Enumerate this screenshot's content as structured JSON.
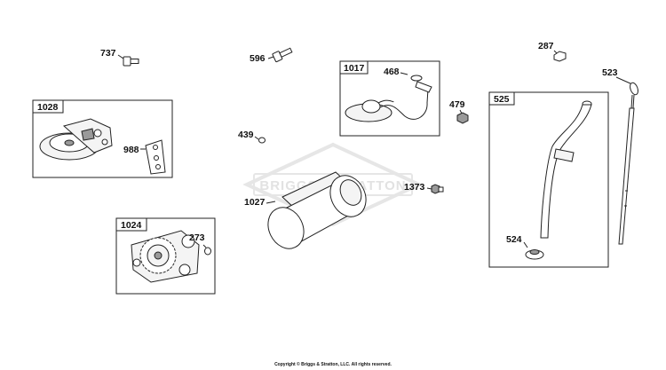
{
  "parts": {
    "p737": "737",
    "p596": "596",
    "p287": "287",
    "p523": "523",
    "p468": "468",
    "p479": "479",
    "p988": "988",
    "p439": "439",
    "p1027": "1027",
    "p1373": "1373",
    "p273": "273",
    "p524": "524"
  },
  "groups": {
    "g1028": "1028",
    "g1017": "1017",
    "g525": "525",
    "g1024": "1024"
  },
  "watermark": {
    "brand": "BRIGGS&STRATTON"
  },
  "footer": {
    "copyright": "Copyright © Briggs & Stratton, LLC. All rights reserved."
  }
}
